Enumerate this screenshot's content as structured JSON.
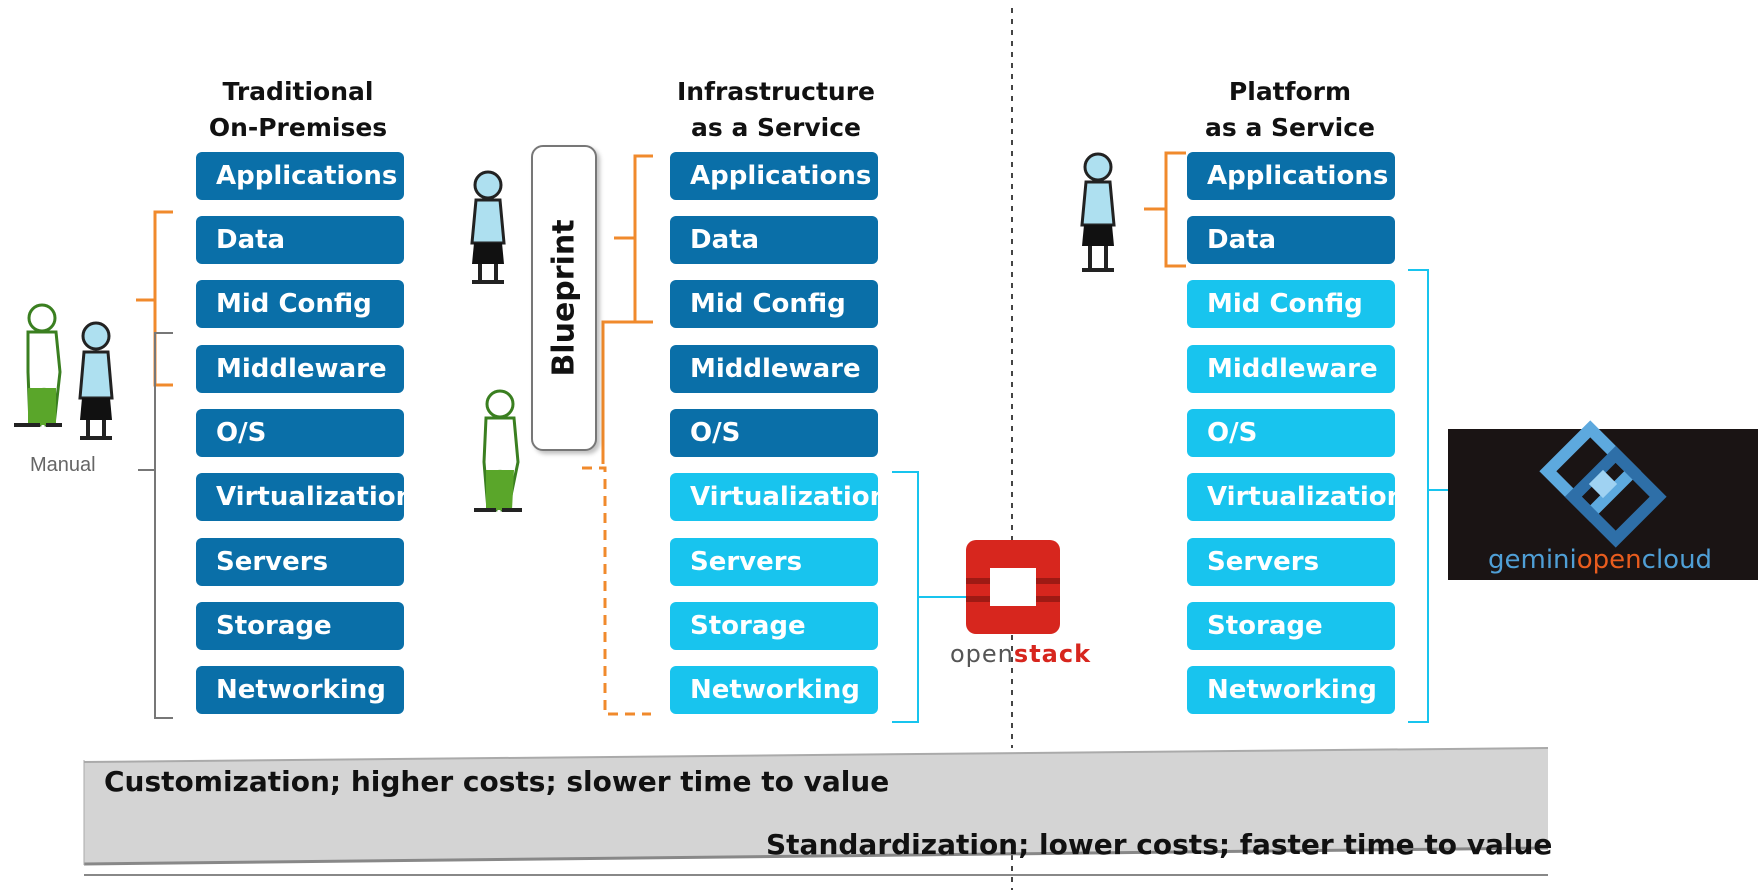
{
  "columns": {
    "traditional": {
      "title_line1": "Traditional",
      "title_line2": "On-Premises",
      "layers": [
        "Applications",
        "Data",
        "Mid Config",
        "Middleware",
        "O/S",
        "Virtualization",
        "Servers",
        "Storage",
        "Networking"
      ]
    },
    "iaas": {
      "title_line1": "Infrastructure",
      "title_line2": "as a Service",
      "layers": [
        "Applications",
        "Data",
        "Mid Config",
        "Middleware",
        "O/S",
        "Virtualization",
        "Servers",
        "Storage",
        "Networking"
      ]
    },
    "paas": {
      "title_line1": "Platform",
      "title_line2": "as a Service",
      "layers": [
        "Applications",
        "Data",
        "Mid Config",
        "Middleware",
        "O/S",
        "Virtualization",
        "Servers",
        "Storage",
        "Networking"
      ]
    }
  },
  "labels": {
    "manual": "Manual",
    "blueprint": "Blueprint"
  },
  "banner": {
    "top": "Customization; higher costs; slower time to value",
    "bottom": "Standardization; lower costs; faster time to value"
  },
  "logos": {
    "openstack_prefix": "open",
    "openstack_bold": "stack",
    "gemini_part1": "gemini",
    "gemini_part2": "open",
    "gemini_part3": "cloud"
  },
  "colors": {
    "managed_layer": "#0a6fa8",
    "provided_layer": "#18c4ee",
    "user_bracket": "#f08a2c",
    "provider_bracket": "#18c4ee"
  }
}
